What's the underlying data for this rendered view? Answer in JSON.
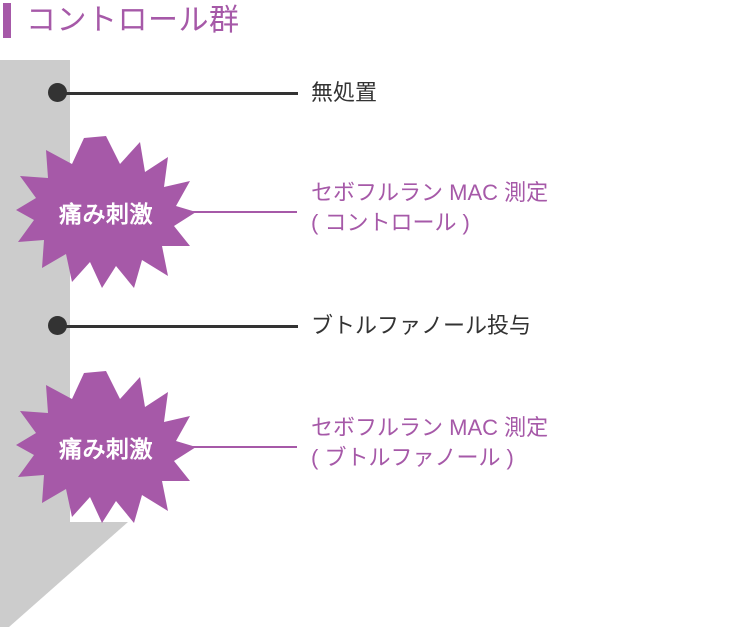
{
  "header": {
    "title": "コントロール群",
    "accent_color": "#a659a8"
  },
  "colors": {
    "purple": "#a659a8",
    "dark": "#333333",
    "timeline_gray": "#cccccc",
    "background": "#ffffff"
  },
  "timeline": {
    "arrow_name": "timeline-arrow-down",
    "direction": "downward"
  },
  "events": [
    {
      "marker": "dot",
      "marker_icon": "filled-circle-icon",
      "burst_label": "",
      "label": "無処置",
      "label_color": "#333333",
      "connector_color": "#333333"
    },
    {
      "marker": "burst",
      "marker_icon": "starburst-icon",
      "burst_label": "痛み刺激",
      "label": "セボフルラン MAC 測定",
      "label_line2": "( コントロール )",
      "label_color": "#a659a8",
      "connector_color": "#a659a8"
    },
    {
      "marker": "dot",
      "marker_icon": "filled-circle-icon",
      "burst_label": "",
      "label": "ブトルファノール投与",
      "label_color": "#333333",
      "connector_color": "#333333"
    },
    {
      "marker": "burst",
      "marker_icon": "starburst-icon",
      "burst_label": "痛み刺激",
      "label": "セボフルラン MAC 測定",
      "label_line2": "( ブトルファノール )",
      "label_color": "#a659a8",
      "connector_color": "#a659a8"
    }
  ]
}
